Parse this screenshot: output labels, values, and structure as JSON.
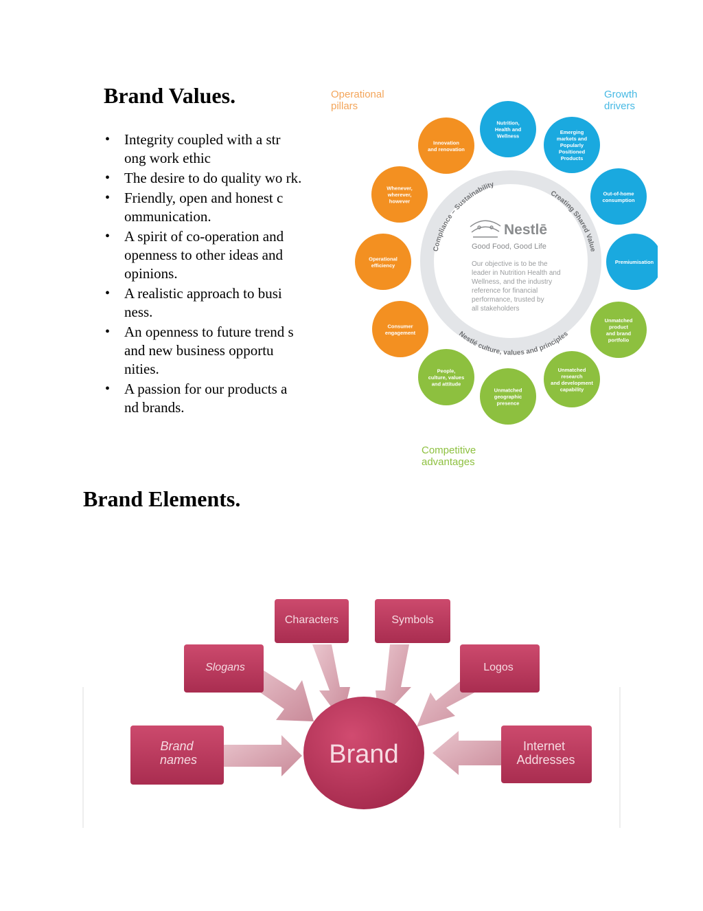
{
  "values": {
    "heading": "Brand Values.",
    "items": [
      "Integrity coupled with a str ong work ethic",
      "The desire to do quality wo rk.",
      "Friendly, open and honest c ommunication.",
      "A spirit of co-operation and openness to other ideas and opinions.",
      "A realistic approach to busi ness.",
      "An openness to future trend s and new business opportu nities.",
      "A passion for our products a nd brands."
    ]
  },
  "nestle": {
    "corner_labels": {
      "operational": [
        "Operational",
        "pillars"
      ],
      "growth": [
        "Growth",
        "drivers"
      ],
      "competitive": [
        "Competitive",
        "advantages"
      ]
    },
    "ring_labels": {
      "left": "Compliance – Sustainability",
      "right": "Creating Shared Value",
      "bottom": "Nestlé culture, values and principles"
    },
    "logo_text": "Nestlē",
    "tagline": "Good Food, Good Life",
    "objective": [
      "Our objective is to be the",
      "leader in Nutrition Health and",
      "Wellness, and the industry",
      "reference for financial",
      "performance, trusted by",
      "all stakeholders"
    ],
    "bubbles": {
      "nutrition": [
        "Nutrition,",
        "Health and",
        "Wellness"
      ],
      "emerging": [
        "Emerging",
        "markets and",
        "Popularly",
        "Positioned",
        "Products"
      ],
      "out_of_home": [
        "Out-of-home",
        "consumption"
      ],
      "premiumisation": [
        "Premiumisation"
      ],
      "innovation": [
        "Innovation",
        "and renovation"
      ],
      "whenever": [
        "Whenever,",
        "wherever,",
        "however"
      ],
      "operational_efficiency": [
        "Operational",
        "efficiency"
      ],
      "consumer_engagement": [
        "Consumer",
        "engagement"
      ],
      "unmatched_product": [
        "Unmatched",
        "product",
        "and brand",
        "portfolio"
      ],
      "unmatched_research": [
        "Unmatched",
        "research",
        "and development",
        "capability"
      ],
      "unmatched_geographic": [
        "Unmatched",
        "geographic",
        "presence"
      ],
      "people": [
        "People,",
        "culture, values",
        "and attitude"
      ]
    },
    "colors": {
      "blue": "#1aa9df",
      "orange": "#f39021",
      "green": "#8dc03f",
      "ring": "#e3e5e8",
      "label_orange": "#f3a55a",
      "label_blue": "#47b9e4",
      "label_green": "#8dc03f",
      "text_gray": "#8a8c8e"
    }
  },
  "elements": {
    "heading": "Brand Elements.",
    "center": "Brand",
    "boxes": {
      "characters": [
        "Characters"
      ],
      "symbols": [
        "Symbols"
      ],
      "slogans": [
        "Slogans"
      ],
      "logos": [
        "Logos"
      ],
      "brand_names": [
        "Brand",
        "names"
      ],
      "internet": [
        "Internet",
        "Addresses"
      ]
    },
    "colors": {
      "box": "#c0395f",
      "arrow": "#d9a0ad"
    }
  }
}
